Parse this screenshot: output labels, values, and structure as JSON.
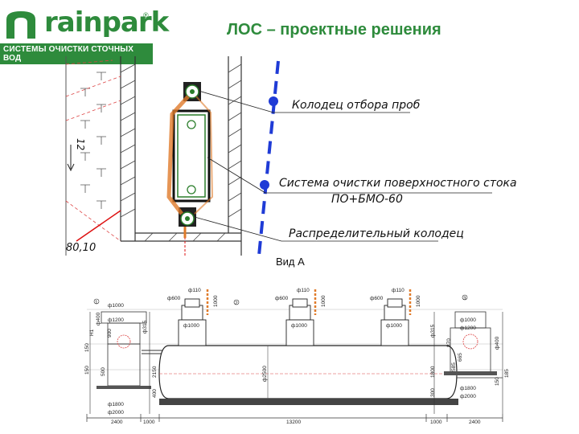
{
  "brand": {
    "name": "rainpark",
    "reg": "®",
    "tagline": "СИСТЕМЫ ОЧИСТКИ СТОЧНЫХ ВОД"
  },
  "title": "ЛОС – проектные решения",
  "plan": {
    "callouts": [
      "Колодец отбора проб",
      "Система очистки поверхностного стока",
      "ПО+БМО-60",
      "Распределительный колодец"
    ],
    "marks": {
      "slope": "12",
      "elevation": "80,10"
    }
  },
  "view_label": "Вид А",
  "section": {
    "labels": {
      "pipe": "ф110",
      "neck": "ф600",
      "hatch": "ф1000",
      "hatch_b": "ф1200",
      "ring_a": "ф1000",
      "ring_b": "ф1200",
      "pipe_in": "ф400",
      "pipe_315": "ф315",
      "tank_d": "ф2500",
      "base_a": "ф1800",
      "base_b": "ф2000",
      "v_1000": "1000",
      "v_150": "150",
      "v_2150": "2150",
      "v_400": "400",
      "v_500": "500",
      "v_900": "900",
      "v_1800": "1800",
      "v_300": "300",
      "v_870": "870",
      "v_665": "665",
      "v_585": "585",
      "v_185": "185",
      "h1": "Н1",
      "pos1": "1",
      "pos2": "2",
      "pos3": "3"
    },
    "bottom_dims": [
      "2400",
      "1000",
      "13200",
      "1000",
      "2400"
    ]
  },
  "colors": {
    "brand": "#2e8b3c",
    "blue": "#1f3bd6",
    "pipe": "#e07b2a",
    "red": "#d11",
    "plan_line": "#2a7d2a"
  }
}
